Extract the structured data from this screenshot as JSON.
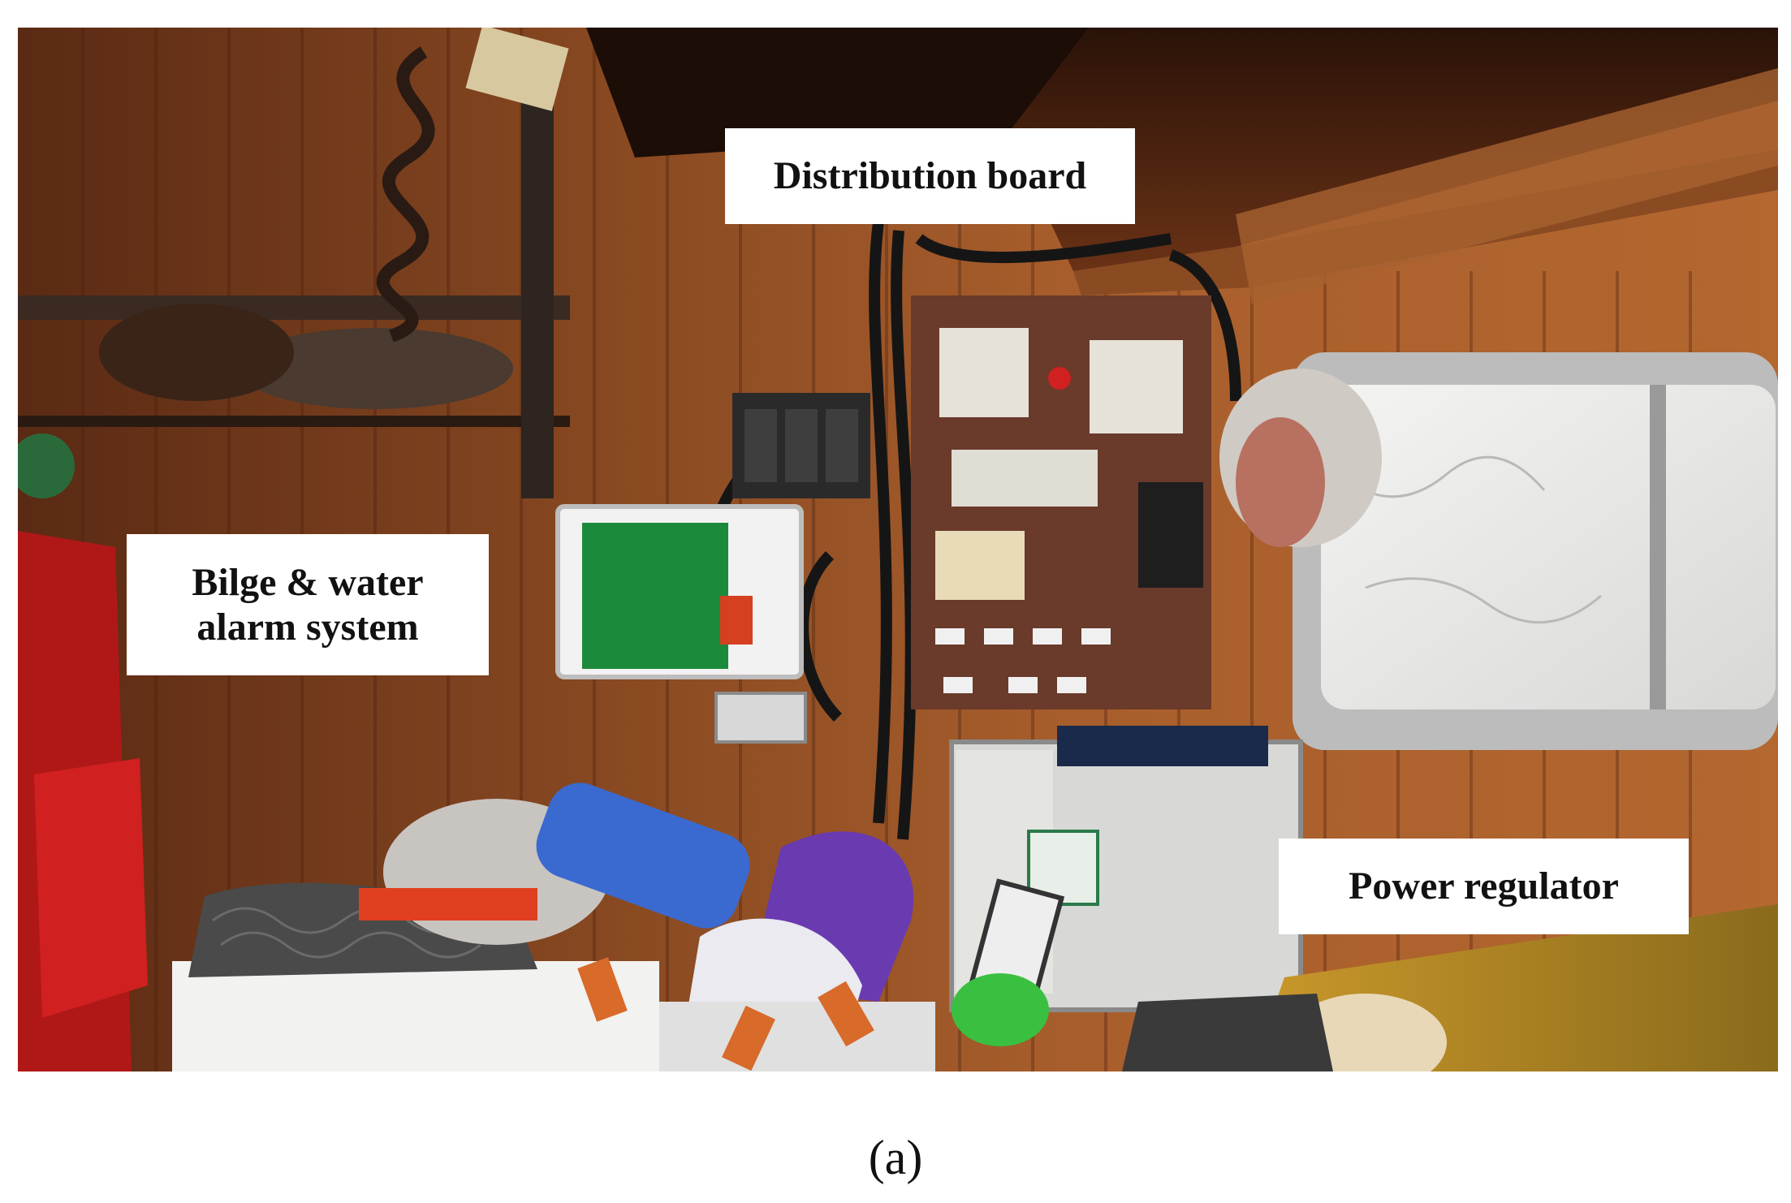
{
  "figure": {
    "labels": {
      "distribution_board": "Distribution board",
      "bilge_alarm": "Bilge & water\nalarm system",
      "power_regulator": "Power regulator"
    },
    "caption": "(a)"
  }
}
